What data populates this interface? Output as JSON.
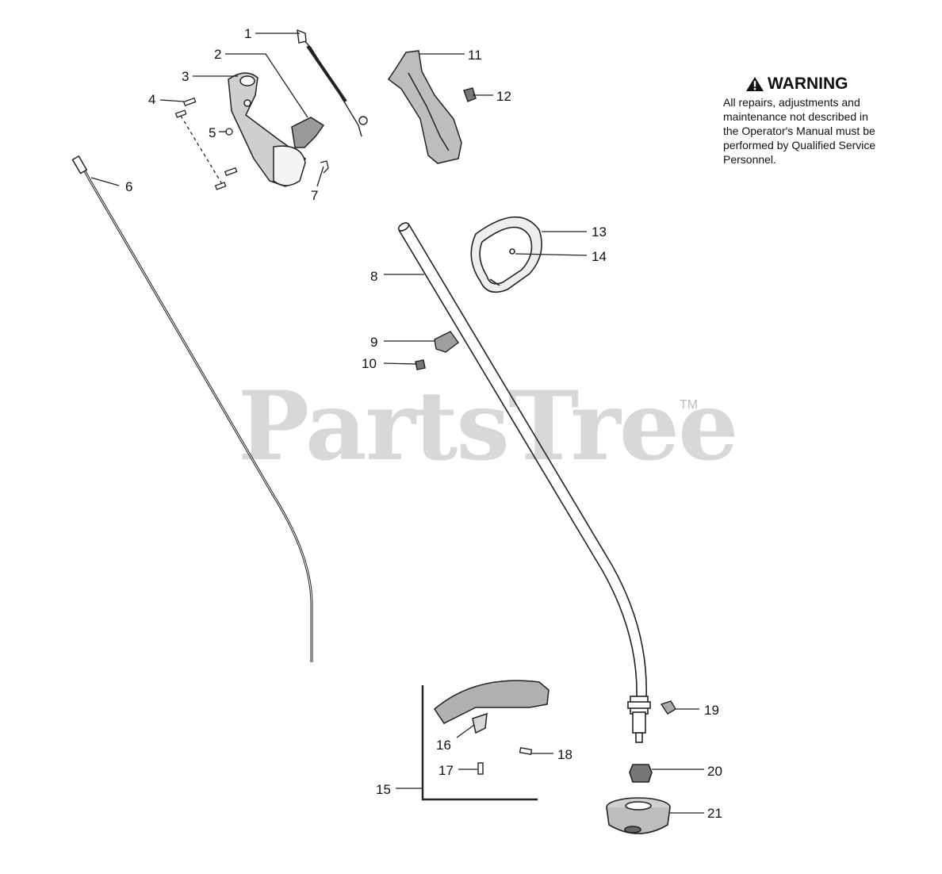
{
  "warning": {
    "title": "WARNING",
    "body": [
      "All repairs, adjustments and",
      "maintenance not described in",
      "the Operator's Manual must be",
      "performed by Qualified Service",
      "Personnel."
    ]
  },
  "watermark": {
    "text": "PartsTree",
    "mark": "TM"
  },
  "callouts": [
    "1",
    "2",
    "3",
    "4",
    "5",
    "6",
    "7",
    "8",
    "9",
    "10",
    "11",
    "12",
    "13",
    "14",
    "15",
    "16",
    "17",
    "18",
    "19",
    "20",
    "21"
  ],
  "icons": {
    "warning": "warning-triangle-icon"
  }
}
